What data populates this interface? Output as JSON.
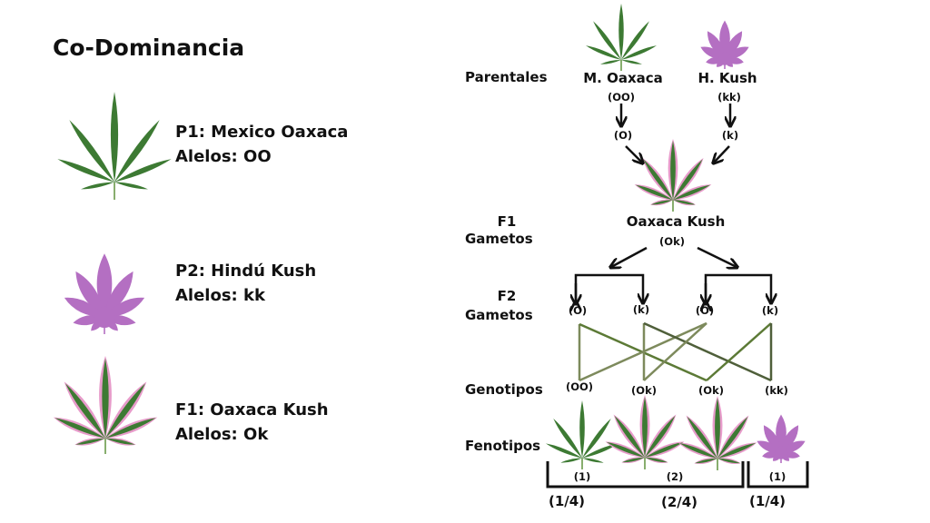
{
  "title": "Co-Dominancia",
  "left_panel": [
    {
      "name": "P1: Mexico Oaxaca",
      "alleles": "Alelos: OO",
      "leaf": "green"
    },
    {
      "name": "P2: Hindú Kush",
      "alleles": "Alelos: kk",
      "leaf": "purple"
    },
    {
      "name": "F1: Oaxaca Kush",
      "alleles": "Alelos: Ok",
      "leaf": "hybrid"
    }
  ],
  "cross": {
    "row_labels": {
      "parentales": "Parentales",
      "f1": "F1",
      "f1_gametos": "Gametos",
      "f2": "F2",
      "f2_gametos": "Gametos",
      "genotipos": "Genotipos",
      "fenotipos": "Fenotipos"
    },
    "parents": [
      {
        "name": "M. Oaxaca",
        "genotype": "(OO)",
        "gamete": "(O)"
      },
      {
        "name": "H. Kush",
        "genotype": "(kk)",
        "gamete": "(k)"
      }
    ],
    "f1": {
      "name": "Oaxaca Kush",
      "genotype": "(Ok)"
    },
    "f2_gametes": [
      "(O)",
      "(k)",
      "(O)",
      "(k)"
    ],
    "genotypes": [
      "(OO)",
      "(Ok)",
      "(Ok)",
      "(kk)"
    ],
    "phenotype_counts": [
      "(1)",
      "(2)",
      "(1)"
    ],
    "phenotype_ratios": [
      "(1/4)",
      "(2/4)",
      "(1/4)"
    ]
  },
  "colors": {
    "green": "#3d7a33",
    "pink": "#e79bca",
    "purple": "#b46fc2",
    "cross_line_1": "#5c7a36",
    "cross_line_2": "#7d8a5c",
    "cross_line_3": "#4f5f3a"
  }
}
